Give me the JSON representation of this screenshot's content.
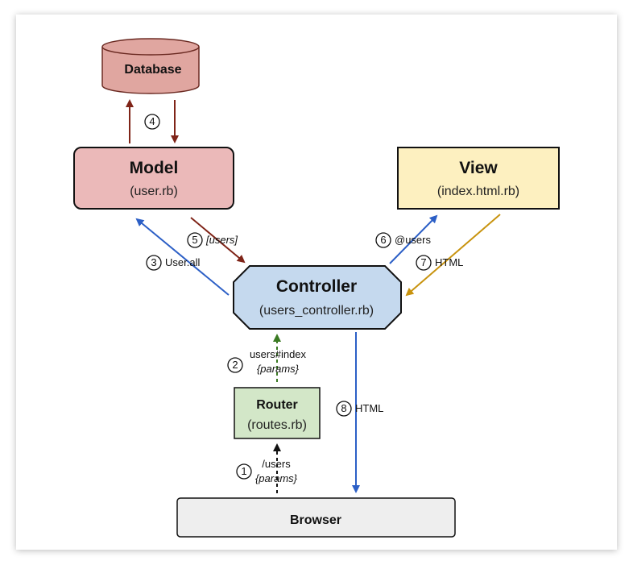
{
  "colors": {
    "database_fill": "#e0a6a0",
    "model_fill": "#ebb9b9",
    "view_fill": "#fdf0c0",
    "controller_fill": "#c5d9ee",
    "router_fill": "#d3e7c8",
    "browser_fill": "#eeeeee",
    "arrow_red": "#7f2418",
    "arrow_blue": "#2c5fc6",
    "arrow_gold": "#c8930e",
    "arrow_green": "#3a7a22",
    "arrow_black": "#111111"
  },
  "nodes": {
    "database": {
      "title": "Database"
    },
    "model": {
      "title": "Model",
      "file": "(user.rb)"
    },
    "view": {
      "title": "View",
      "file": "(index.html.rb)"
    },
    "controller": {
      "title": "Controller",
      "file": "(users_controller.rb)"
    },
    "router": {
      "title": "Router",
      "file": "(routes.rb)"
    },
    "browser": {
      "title": "Browser"
    }
  },
  "steps": {
    "s1": {
      "num": "1",
      "line1": "/users",
      "line2": "{params}"
    },
    "s2": {
      "num": "2",
      "line1": "users#index",
      "line2": "{params}"
    },
    "s3": {
      "num": "3",
      "text": "User.all"
    },
    "s4": {
      "num": "4"
    },
    "s5": {
      "num": "5",
      "text": "[users]"
    },
    "s6": {
      "num": "6",
      "text": "@users"
    },
    "s7": {
      "num": "7",
      "text": "HTML"
    },
    "s8": {
      "num": "8",
      "text": "HTML"
    }
  }
}
